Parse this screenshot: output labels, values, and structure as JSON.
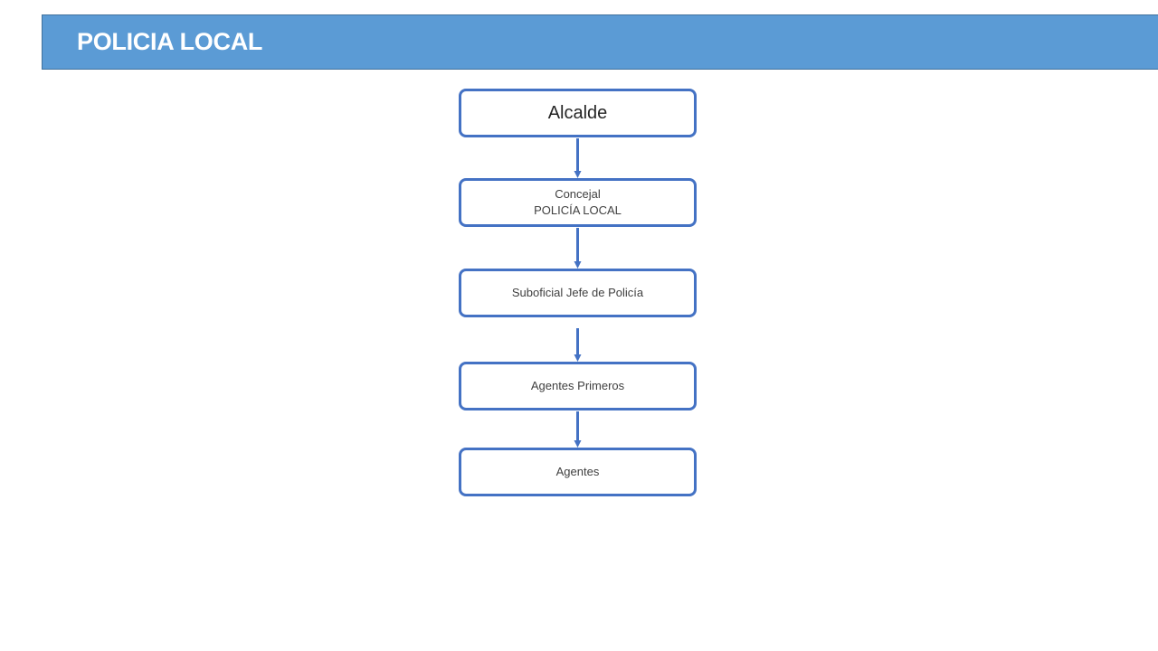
{
  "header": {
    "title": "POLICIA LOCAL"
  },
  "colors": {
    "banner": "#5b9bd5",
    "box_border": "#4472c4",
    "connector": "#4472c4"
  },
  "org_chart": {
    "nodes": [
      {
        "lines": [
          "Alcalde"
        ]
      },
      {
        "lines": [
          "Concejal",
          "POLICÍA LOCAL"
        ]
      },
      {
        "lines": [
          "Suboficial Jefe de Policía"
        ]
      },
      {
        "lines": [
          "Agentes Primeros"
        ]
      },
      {
        "lines": [
          "Agentes"
        ]
      }
    ]
  }
}
